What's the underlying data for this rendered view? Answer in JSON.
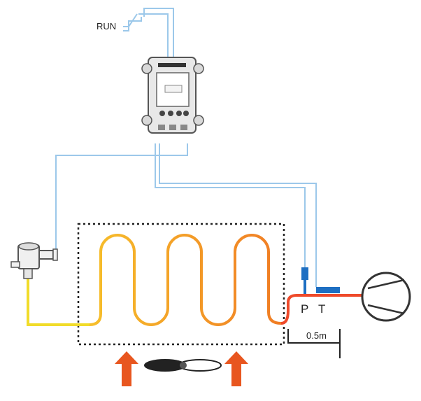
{
  "labels": {
    "run": "RUN",
    "pressure": "P",
    "temperature": "T",
    "distance": "0.5m"
  },
  "controller": {
    "brand_text": "",
    "display_text": ""
  },
  "colors": {
    "signal_wire": "#9cc8ea",
    "refrigerant_liquid": "#f1dc2a",
    "coil_start": "#f7c12b",
    "coil_end": "#f07a24",
    "suction_line": "#ef4a2a",
    "airflow_arrow": "#e8561f",
    "sensor": "#1e6fc2"
  },
  "icons": [
    "controller-unit",
    "expansion-valve-icon",
    "compressor-icon",
    "fan-icon",
    "airflow-arrow-icon"
  ]
}
